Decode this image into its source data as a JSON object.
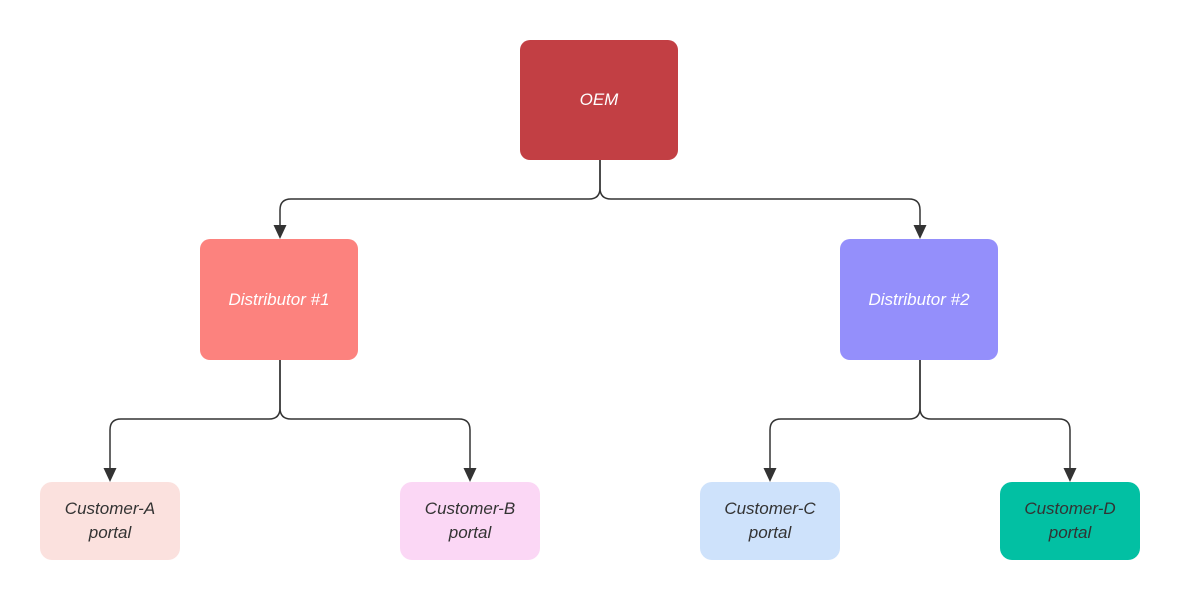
{
  "diagram": {
    "type": "hierarchy-flowchart",
    "connector_color": "#333333"
  },
  "nodes": {
    "oem": {
      "label": "OEM",
      "bg": "#C23F44",
      "text_color": "#FFFFFF"
    },
    "distributor1": {
      "label": "Distributor #1",
      "bg": "#FC827E",
      "text_color": "#FFFFFF"
    },
    "distributor2": {
      "label": "Distributor #2",
      "bg": "#948FFB",
      "text_color": "#FFFFFF"
    },
    "customerA": {
      "line1": "Customer-A",
      "line2": "portal",
      "bg": "#FBE1DE",
      "text_color": "#333333"
    },
    "customerB": {
      "line1": "Customer-B",
      "line2": "portal",
      "bg": "#FBD7F5",
      "text_color": "#333333"
    },
    "customerC": {
      "line1": "Customer-C",
      "line2": "portal",
      "bg": "#CEE2FB",
      "text_color": "#333333"
    },
    "customerD": {
      "line1": "Customer-D",
      "line2": "portal",
      "bg": "#02C0A3",
      "text_color": "#333333"
    }
  },
  "edges": [
    {
      "from": "OEM",
      "to": "Distributor #1"
    },
    {
      "from": "OEM",
      "to": "Distributor #2"
    },
    {
      "from": "Distributor #1",
      "to": "Customer-A portal"
    },
    {
      "from": "Distributor #1",
      "to": "Customer-B portal"
    },
    {
      "from": "Distributor #2",
      "to": "Customer-C portal"
    },
    {
      "from": "Distributor #2",
      "to": "Customer-D portal"
    }
  ]
}
